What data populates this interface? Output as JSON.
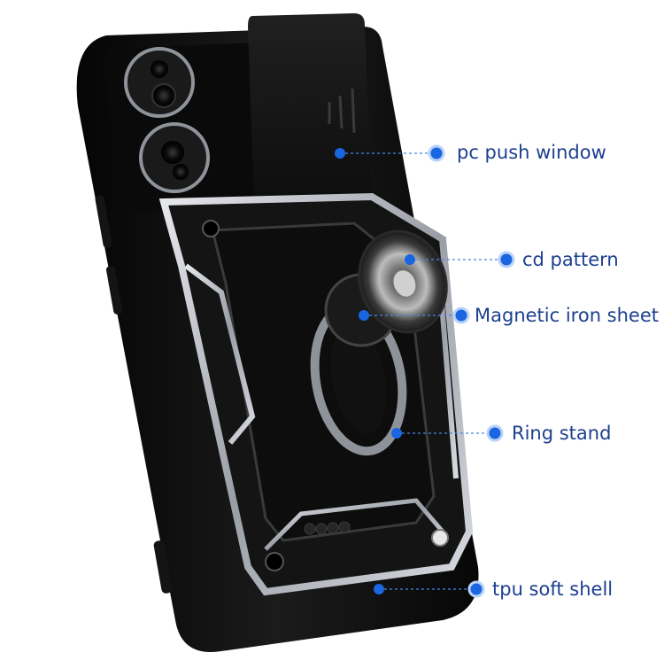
{
  "product": {
    "name": "phone case with slide camera cover and ring stand",
    "body_color": "#0b0b0b",
    "armor_color": "#1a1a1a",
    "trim_color": "#b9bcc2",
    "callout_dot_color": "#1a66e0",
    "callout_text_color": "#1c3f8f"
  },
  "callouts": [
    {
      "id": "pc-push-window",
      "label": "pc push window"
    },
    {
      "id": "cd-pattern",
      "label": "cd pattern"
    },
    {
      "id": "magnetic-iron-sheet",
      "label": "Magnetic iron sheet"
    },
    {
      "id": "ring-stand",
      "label": "Ring stand"
    },
    {
      "id": "tpu-soft-shell",
      "label": "tpu soft shell"
    }
  ]
}
